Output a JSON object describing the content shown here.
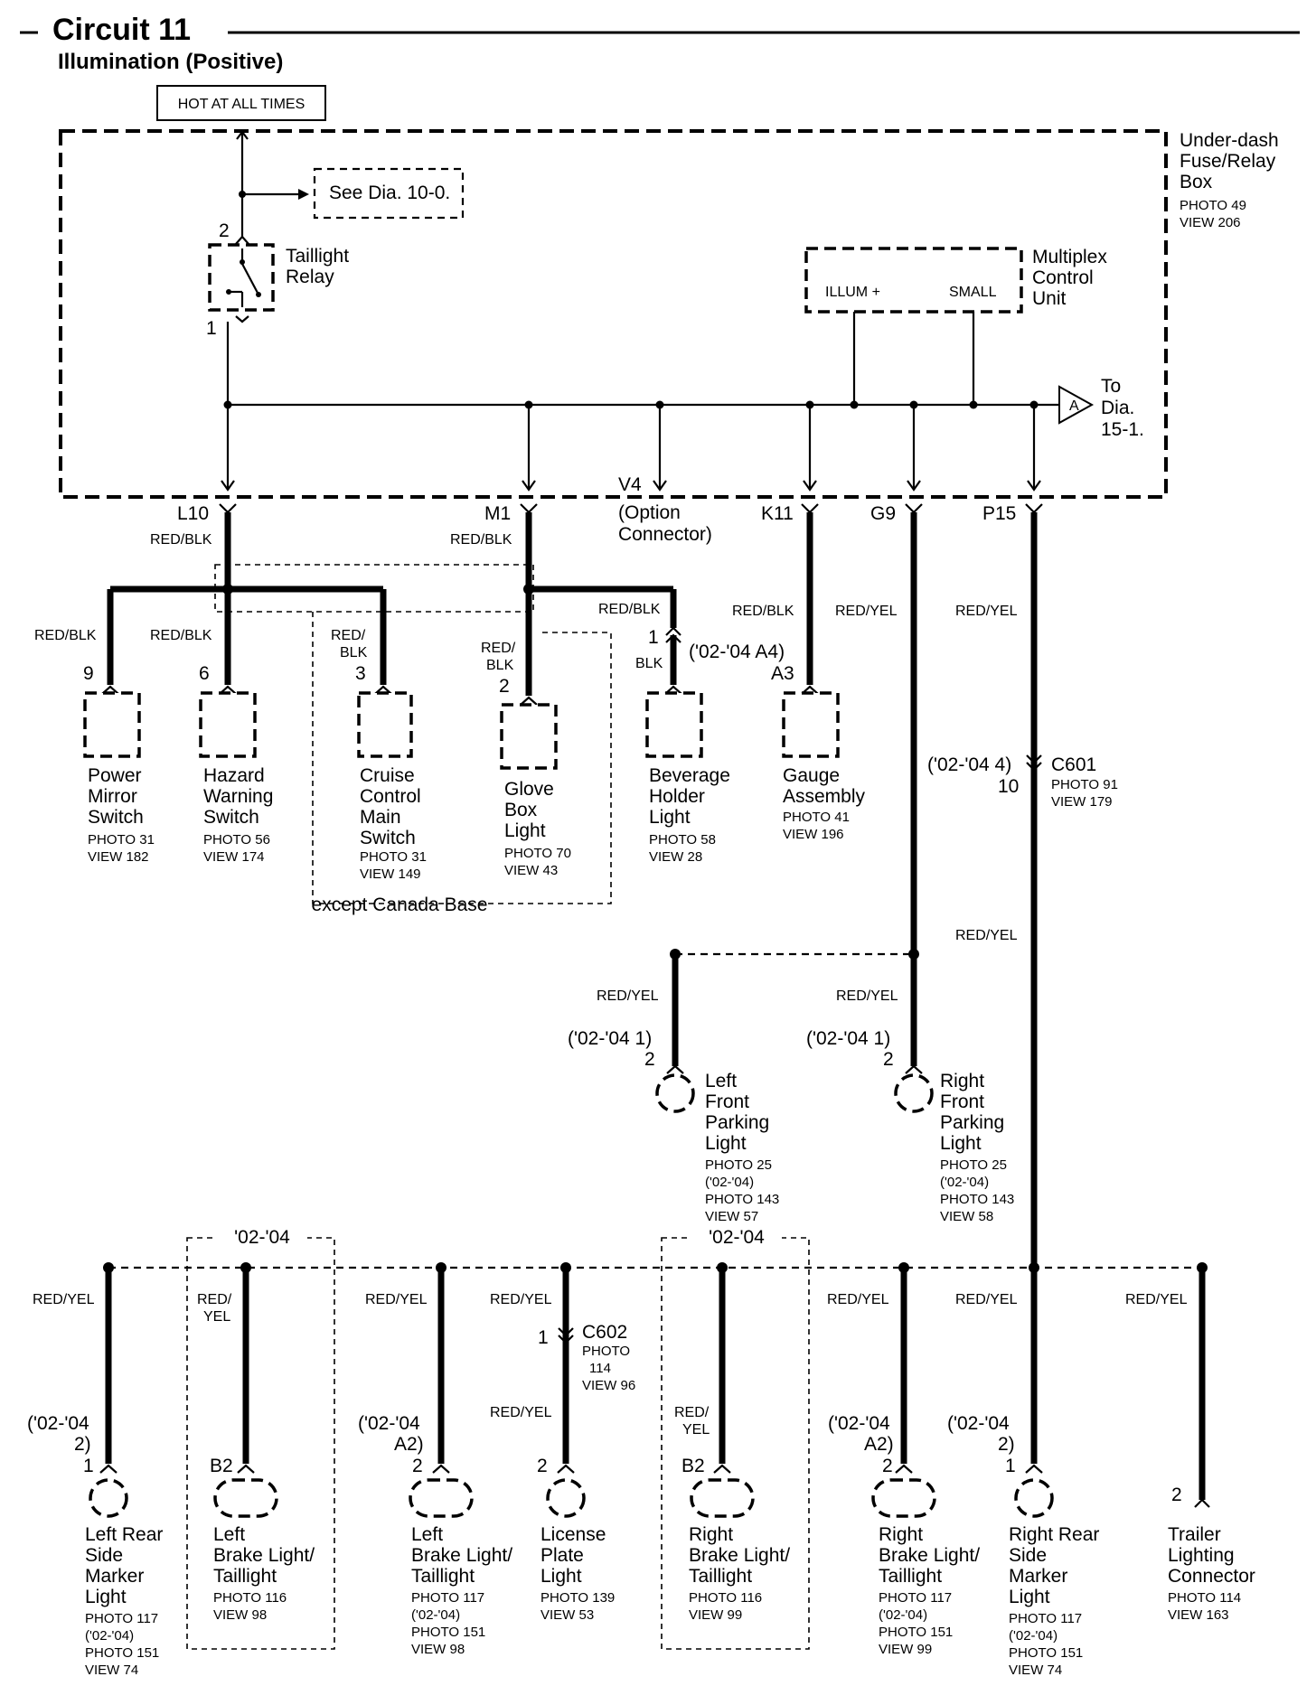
{
  "title": "Circuit 11",
  "subtitle": "Illumination (Positive)",
  "hot": "HOT AT ALL TIMES",
  "fusebox": {
    "l1": "Under-dash",
    "l2": "Fuse/Relay",
    "l3": "Box",
    "photo": "PHOTO 49",
    "view": "VIEW 206"
  },
  "see_dia": "See Dia. 10-0.",
  "relay": {
    "l1": "Taillight",
    "l2": "Relay",
    "pin_top": "2",
    "pin_bot": "1"
  },
  "mcu": {
    "l1": "Multiplex",
    "l2": "Control",
    "l3": "Unit",
    "illum": "ILLUM +",
    "small": "SMALL"
  },
  "to_dia": {
    "sym": "A",
    "l1": "To",
    "l2": "Dia.",
    "l3": "15-1."
  },
  "terminals": {
    "l10": "L10",
    "m1": "M1",
    "v4": "V4",
    "opt1": "(Option",
    "opt2": "Connector)",
    "k11": "K11",
    "g9": "G9",
    "p15": "P15"
  },
  "wire_labels": {
    "red_blk": "RED/BLK",
    "red": "RED/",
    "blk": "BLK",
    "red_yel": "RED/YEL",
    "yel": "YEL"
  },
  "pins": {
    "p9": "9",
    "p6": "6",
    "p3": "3",
    "p2": "2",
    "p1": "1",
    "a3": "A3",
    "b2": "B2",
    "p10": "10"
  },
  "vars": {
    "v0204a4": "('02-'04 A4)",
    "v02044": "('02-'04 4)",
    "v02041": "('02-'04 1)",
    "v0204": "'02-'04",
    "v0204paren": "('02-'04",
    "v2": "2)",
    "va2": "A2)"
  },
  "components": {
    "power_mirror": {
      "l1": "Power",
      "l2": "Mirror",
      "l3": "Switch",
      "p": "PHOTO 31",
      "v": "VIEW 182"
    },
    "hazard": {
      "l1": "Hazard",
      "l2": "Warning",
      "l3": "Switch",
      "p": "PHOTO 56",
      "v": "VIEW 174"
    },
    "cruise": {
      "l1": "Cruise",
      "l2": "Control",
      "l3": "Main",
      "l4": "Switch",
      "p": "PHOTO 31",
      "v": "VIEW 149"
    },
    "glove": {
      "l1": "Glove",
      "l2": "Box",
      "l3": "Light",
      "p": "PHOTO 70",
      "v": "VIEW 43"
    },
    "beverage": {
      "l1": "Beverage",
      "l2": "Holder",
      "l3": "Light",
      "p": "PHOTO 58",
      "v": "VIEW 28"
    },
    "gauge": {
      "l1": "Gauge",
      "l2": "Assembly",
      "p": "PHOTO 41",
      "v": "VIEW 196"
    },
    "except": "except Canada Base",
    "c601": {
      "name": "C601",
      "p": "PHOTO 91",
      "v": "VIEW 179"
    },
    "lf_park": {
      "l1": "Left",
      "l2": "Front",
      "l3": "Parking",
      "l4": "Light",
      "p1": "PHOTO 25",
      "yr": "('02-'04)",
      "p2": "PHOTO 143",
      "v": "VIEW 57"
    },
    "rf_park": {
      "l1": "Right",
      "l2": "Front",
      "l3": "Parking",
      "l4": "Light",
      "p1": "PHOTO 25",
      "yr": "('02-'04)",
      "p2": "PHOTO 143",
      "v": "VIEW 58"
    },
    "lr_side": {
      "l1": "Left Rear",
      "l2": "Side",
      "l3": "Marker",
      "l4": "Light",
      "p1": "PHOTO 117",
      "yr": "('02-'04)",
      "p2": "PHOTO 151",
      "v": "VIEW 74"
    },
    "l_brake_a": {
      "l1": "Left",
      "l2": "Brake Light/",
      "l3": "Taillight",
      "p": "PHOTO 116",
      "v": "VIEW 98"
    },
    "l_brake_b": {
      "l1": "Left",
      "l2": "Brake Light/",
      "l3": "Taillight",
      "p1": "PHOTO 117",
      "yr": "('02-'04)",
      "p2": "PHOTO 151",
      "v": "VIEW 98"
    },
    "license": {
      "l1": "License",
      "l2": "Plate",
      "l3": "Light",
      "p": "PHOTO 139",
      "v": "VIEW 53"
    },
    "c602": {
      "name": "C602",
      "p": "PHOTO",
      "n": "114",
      "v": "VIEW 96"
    },
    "r_brake_a": {
      "l1": "Right",
      "l2": "Brake Light/",
      "l3": "Taillight",
      "p": "PHOTO 116",
      "v": "VIEW 99"
    },
    "r_brake_b": {
      "l1": "Right",
      "l2": "Brake Light/",
      "l3": "Taillight",
      "p1": "PHOTO 117",
      "yr": "('02-'04)",
      "p2": "PHOTO 151",
      "v": "VIEW 99"
    },
    "rr_side": {
      "l1": "Right Rear",
      "l2": "Side",
      "l3": "Marker",
      "l4": "Light",
      "p1": "PHOTO 117",
      "yr": "('02-'04)",
      "p2": "PHOTO 151",
      "v": "VIEW 74"
    },
    "trailer": {
      "l1": "Trailer",
      "l2": "Lighting",
      "l3": "Connector",
      "p": "PHOTO 114",
      "v": "VIEW 163"
    }
  }
}
